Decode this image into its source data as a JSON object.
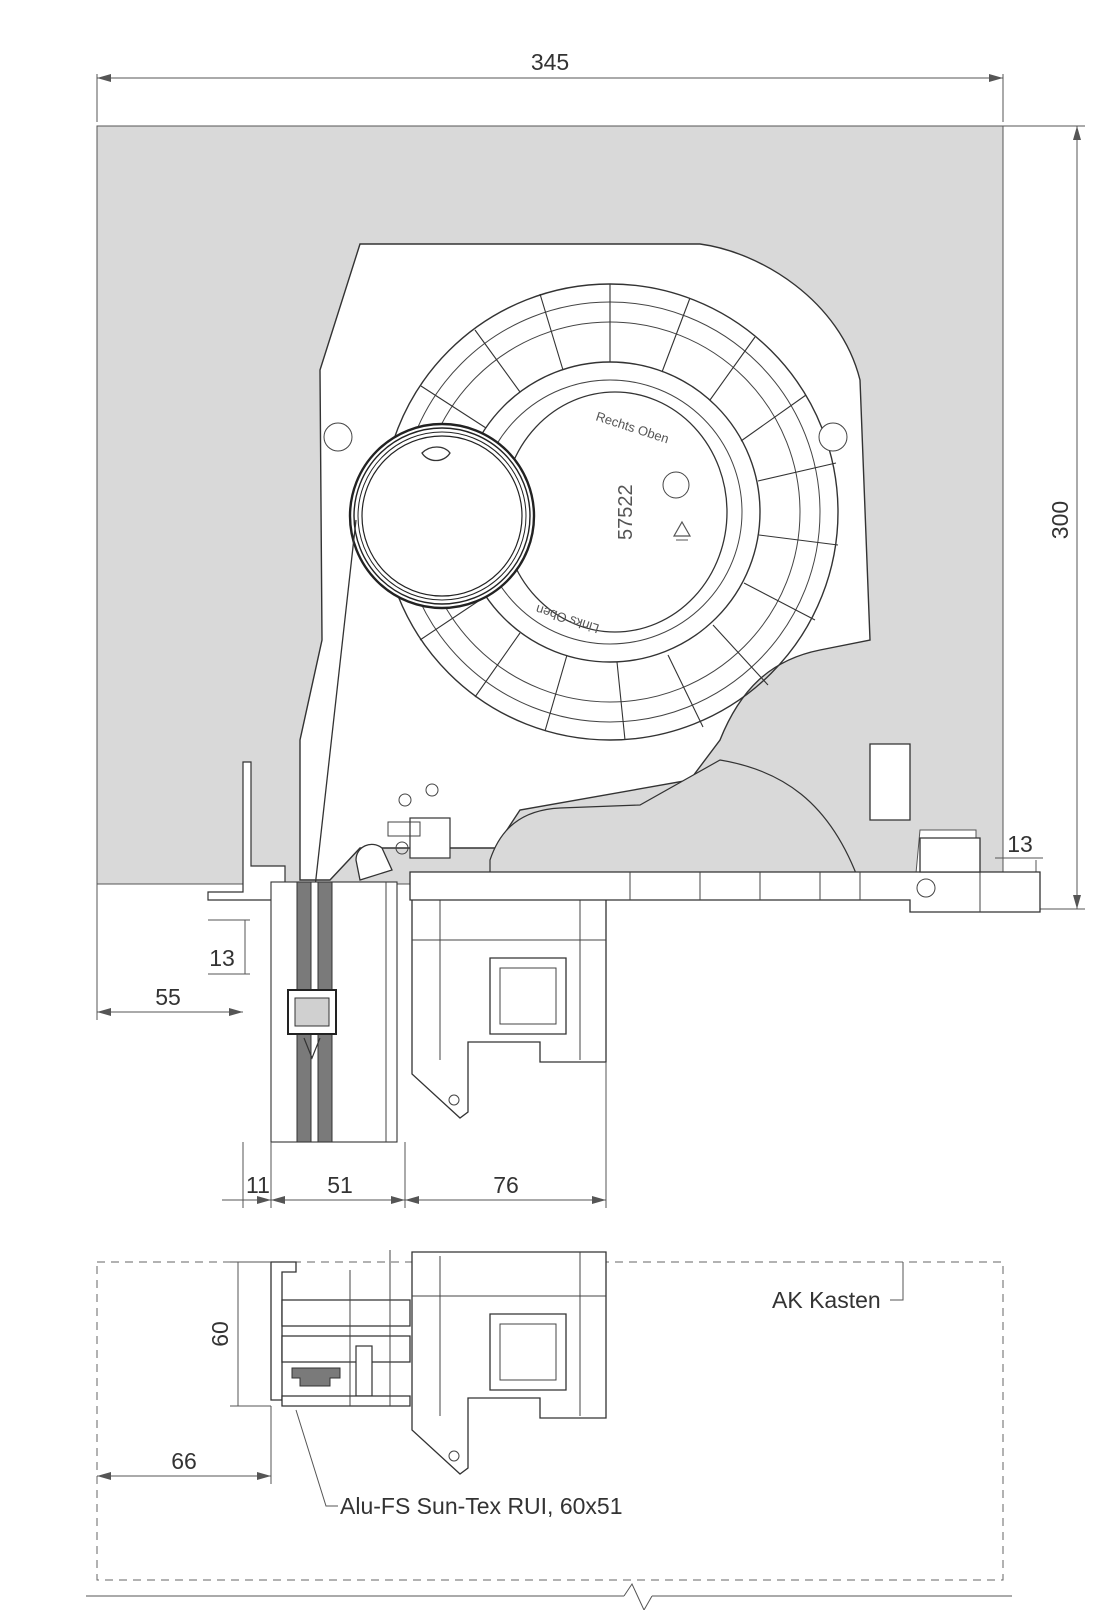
{
  "dimensions": {
    "overall_width": "345",
    "overall_height": "300",
    "right_gap": "13",
    "left_13": "13",
    "left_55": "55",
    "bottom_11": "11",
    "bottom_51": "51",
    "bottom_76": "76",
    "lower_60": "60",
    "lower_66": "66"
  },
  "markings": {
    "top": "Rechts Oben",
    "bottom": "Links Oben",
    "part_number": "57522"
  },
  "labels": {
    "ak_kasten": "AK Kasten",
    "guide_rail": "Alu-FS Sun-Tex RUI, 60x51"
  },
  "colors": {
    "box_fill": "#d9d9d9",
    "line": "#333333",
    "glass": "#7a7a7a"
  }
}
